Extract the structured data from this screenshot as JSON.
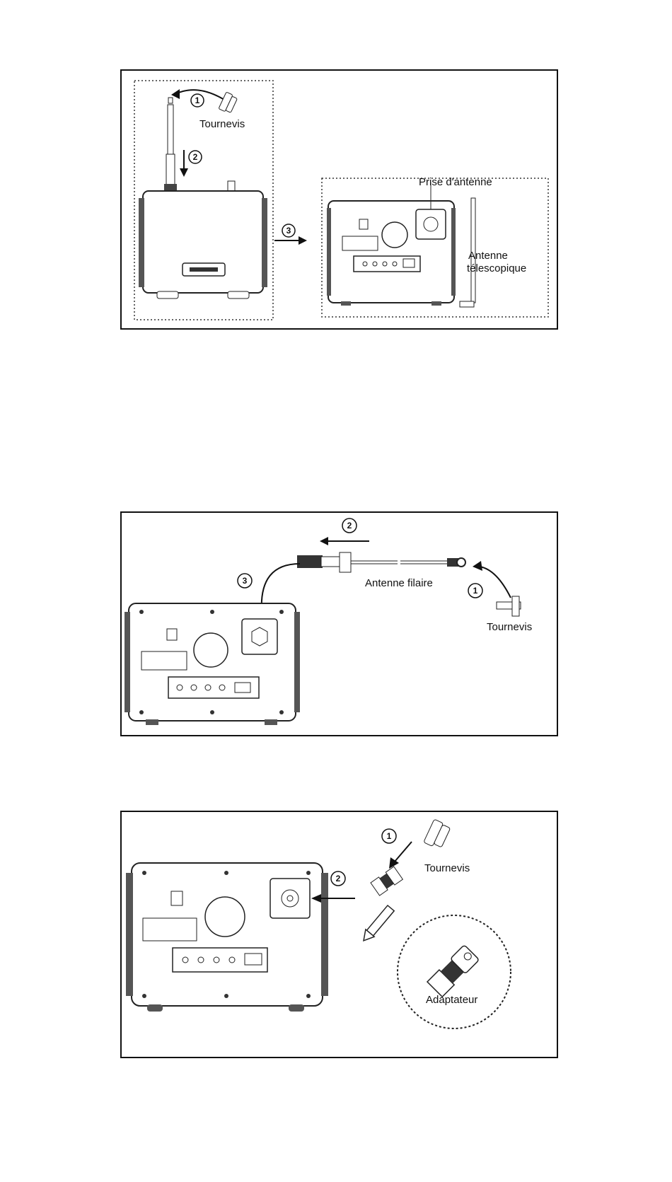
{
  "panel1": {
    "steps": [
      "1",
      "2",
      "3"
    ],
    "screwdriver_label": "Tournevis",
    "socket_label": "Prise d'antenne",
    "antenna_label_line1": "Antenne",
    "antenna_label_line2": "télescopique"
  },
  "panel2": {
    "steps": [
      "1",
      "2",
      "3"
    ],
    "wire_antenna_label": "Antenne filaire",
    "screwdriver_label": "Tournevis"
  },
  "panel3": {
    "steps": [
      "1",
      "2"
    ],
    "screwdriver_label": "Tournevis",
    "adapter_label": "Adaptateur"
  },
  "icons": {
    "screwdriver": "screwdriver-icon",
    "radio": "radio-icon",
    "antenna": "antenna-icon",
    "adapter": "adapter-icon"
  }
}
